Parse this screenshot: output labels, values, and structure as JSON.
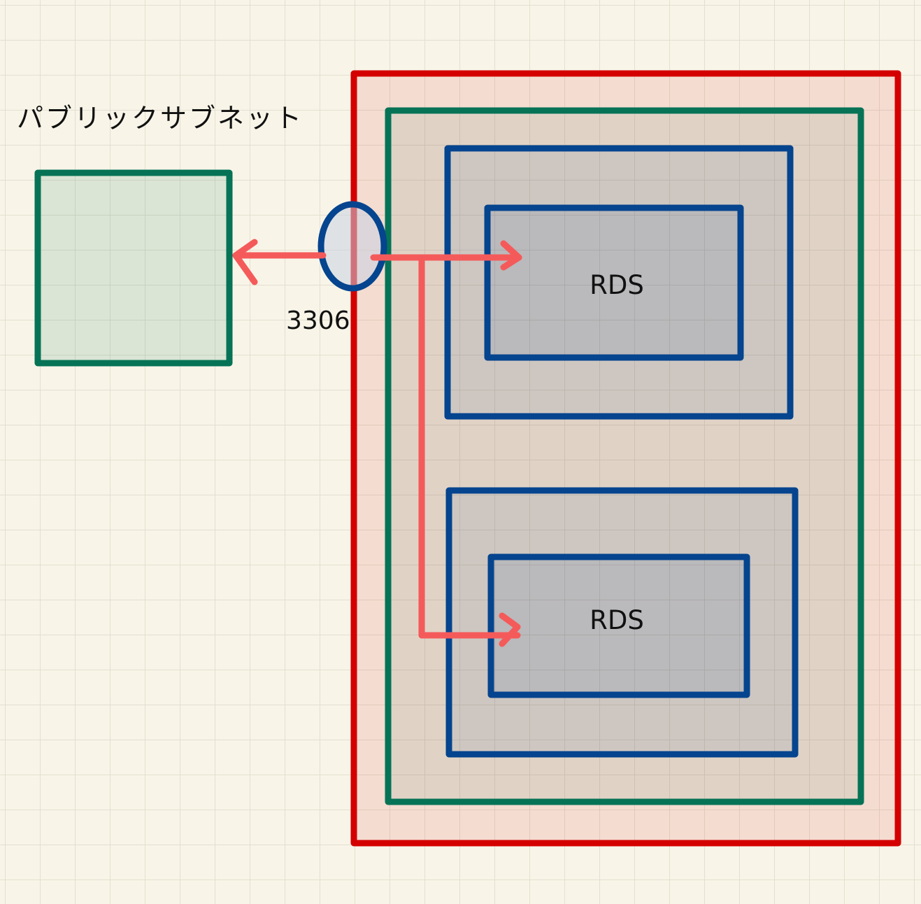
{
  "subnet_label": "パブリックサブネット",
  "port_label": "3306",
  "rds_top_label": "RDS",
  "rds_bottom_label": "RDS",
  "colors": {
    "background": "#f8f5e8",
    "grid": "#e1dfd2",
    "red": "#d40000",
    "green": "#067356",
    "blue": "#05448e",
    "arrow": "#f55a5a"
  }
}
